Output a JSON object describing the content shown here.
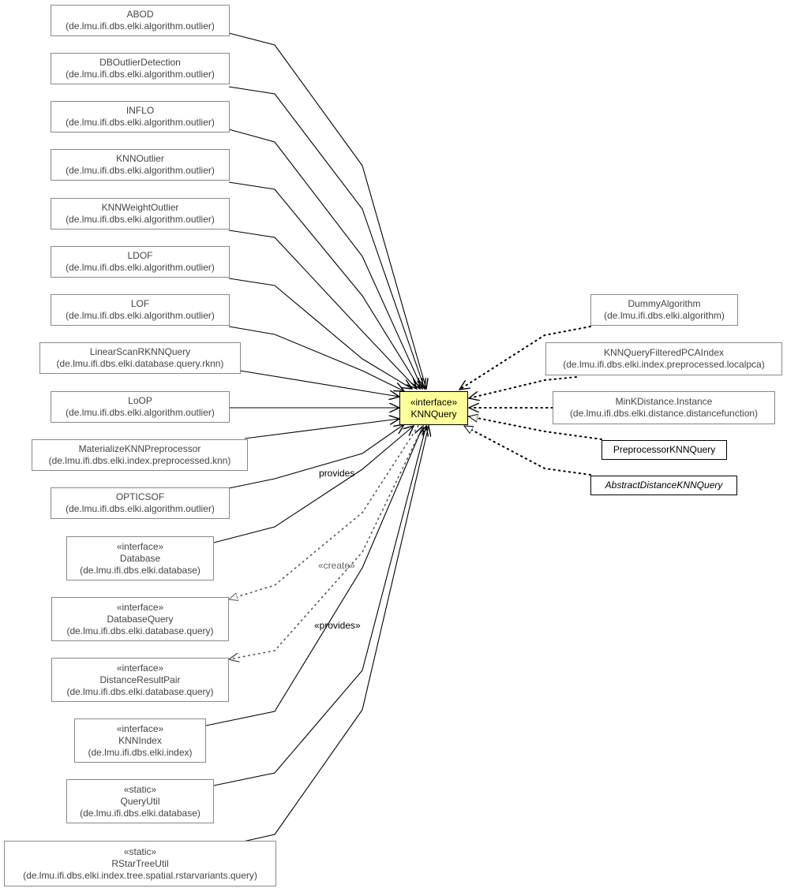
{
  "nodes": {
    "abod": {
      "name": "ABOD",
      "package": "(de.lmu.ifi.dbs.elki.algorithm.outlier)"
    },
    "dboutlier": {
      "name": "DBOutlierDetection",
      "package": "(de.lmu.ifi.dbs.elki.algorithm.outlier)"
    },
    "inflo": {
      "name": "INFLO",
      "package": "(de.lmu.ifi.dbs.elki.algorithm.outlier)"
    },
    "knnoutlier": {
      "name": "KNNOutlier",
      "package": "(de.lmu.ifi.dbs.elki.algorithm.outlier)"
    },
    "knnweight": {
      "name": "KNNWeightOutlier",
      "package": "(de.lmu.ifi.dbs.elki.algorithm.outlier)"
    },
    "ldof": {
      "name": "LDOF",
      "package": "(de.lmu.ifi.dbs.elki.algorithm.outlier)"
    },
    "lof": {
      "name": "LOF",
      "package": "(de.lmu.ifi.dbs.elki.algorithm.outlier)"
    },
    "linearscan": {
      "name": "LinearScanRKNNQuery",
      "package": "(de.lmu.ifi.dbs.elki.database.query.rknn)"
    },
    "loop": {
      "name": "LoOP",
      "package": "(de.lmu.ifi.dbs.elki.algorithm.outlier)"
    },
    "materialize": {
      "name": "MaterializeKNNPreprocessor",
      "package": "(de.lmu.ifi.dbs.elki.index.preprocessed.knn)"
    },
    "opticsof": {
      "name": "OPTICSOF",
      "package": "(de.lmu.ifi.dbs.elki.algorithm.outlier)"
    },
    "database": {
      "stereotype": "«interface»",
      "name": "Database",
      "package": "(de.lmu.ifi.dbs.elki.database)"
    },
    "databasequery": {
      "stereotype": "«interface»",
      "name": "DatabaseQuery",
      "package": "(de.lmu.ifi.dbs.elki.database.query)"
    },
    "distanceresultpair": {
      "stereotype": "«interface»",
      "name": "DistanceResultPair",
      "package": "(de.lmu.ifi.dbs.elki.database.query)"
    },
    "knnindex": {
      "stereotype": "«interface»",
      "name": "KNNIndex",
      "package": "(de.lmu.ifi.dbs.elki.index)"
    },
    "queryutil": {
      "stereotype": "«static»",
      "name": "QueryUtil",
      "package": "(de.lmu.ifi.dbs.elki.database)"
    },
    "rstartreeutil": {
      "stereotype": "«static»",
      "name": "RStarTreeUtil",
      "package": "(de.lmu.ifi.dbs.elki.index.tree.spatial.rstarvariants.query)"
    },
    "knnquery": {
      "stereotype": "«interface»",
      "name": "KNNQuery"
    },
    "dummyalgorithm": {
      "name": "DummyAlgorithm",
      "package": "(de.lmu.ifi.dbs.elki.algorithm)"
    },
    "knnqueryfiltered": {
      "name": "KNNQueryFilteredPCAIndex",
      "package": "(de.lmu.ifi.dbs.elki.index.preprocessed.localpca)"
    },
    "minkdistance": {
      "name": "MinKDistance.Instance",
      "package": "(de.lmu.ifi.dbs.elki.distance.distancefunction)"
    },
    "preprocessorknn": {
      "name": "PreprocessorKNNQuery"
    },
    "abstractdistanceknn": {
      "name": "AbstractDistanceKNNQuery"
    }
  },
  "edge_labels": {
    "provides": "provides",
    "create": "«create»",
    "provides_stereo": "«provides»"
  },
  "colors": {
    "center_fill": "#ffff99",
    "edge": "#000000",
    "weak_edge": "#666666",
    "node_border": "#888888"
  }
}
